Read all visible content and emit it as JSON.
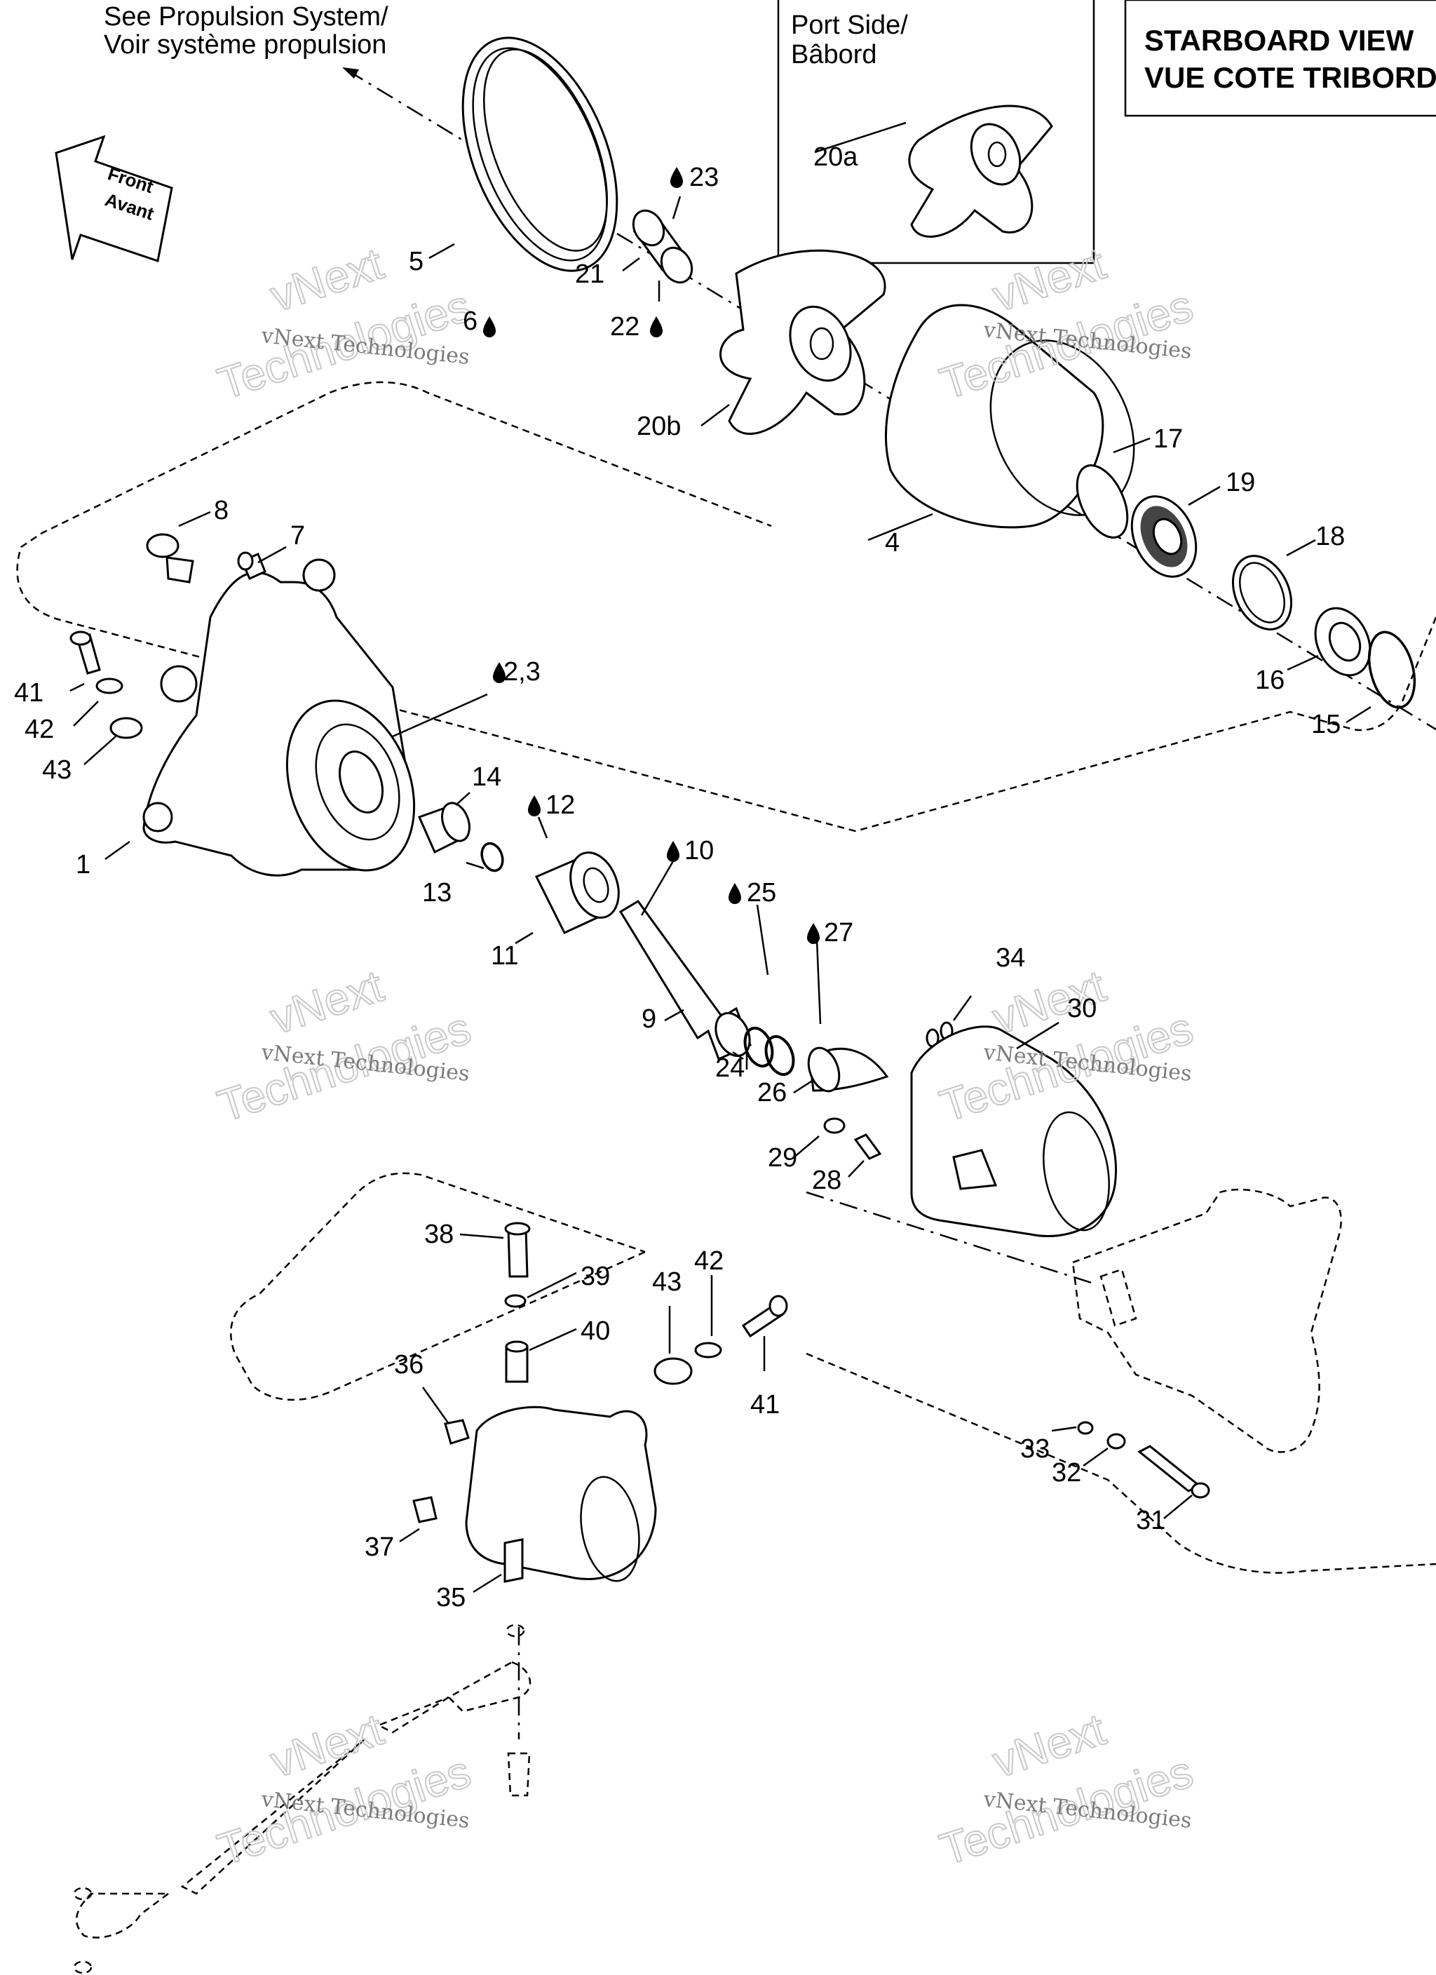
{
  "header": {
    "propulsion_note_line1": "See Propulsion System/",
    "propulsion_note_line2": "Voir système propulsion",
    "front_line1": "Front",
    "front_line2": "Avant",
    "port_side_line1": "Port Side/",
    "port_side_line2": "Bâbord",
    "view_title_line1": "STARBOARD VIEW",
    "view_title_line2": "VUE COTE TRIBORD"
  },
  "watermark": {
    "line1": "vNext Technologies",
    "brand1": "vNext",
    "brand2": "Technologies"
  },
  "callouts": {
    "c1": "1",
    "c2_3": "2,3",
    "c4": "4",
    "c5": "5",
    "c6": "6",
    "c7": "7",
    "c8": "8",
    "c9": "9",
    "c10": "10",
    "c11": "11",
    "c12": "12",
    "c13": "13",
    "c14": "14",
    "c15": "15",
    "c16": "16",
    "c17": "17",
    "c18": "18",
    "c19": "19",
    "c20a": "20a",
    "c20b": "20b",
    "c21": "21",
    "c22": "22",
    "c23": "23",
    "c24": "24",
    "c25": "25",
    "c26": "26",
    "c27": "27",
    "c28": "28",
    "c29": "29",
    "c30": "30",
    "c31": "31",
    "c32": "32",
    "c33": "33",
    "c34": "34",
    "c35": "35",
    "c36": "36",
    "c37": "37",
    "c38": "38",
    "c39": "39",
    "c40": "40",
    "c41a": "41",
    "c42a": "42",
    "c43a": "43",
    "c41b": "41",
    "c42b": "42",
    "c43b": "43"
  },
  "icons": [
    "lubricant-drop-icon",
    "front-direction-arrow-icon"
  ]
}
